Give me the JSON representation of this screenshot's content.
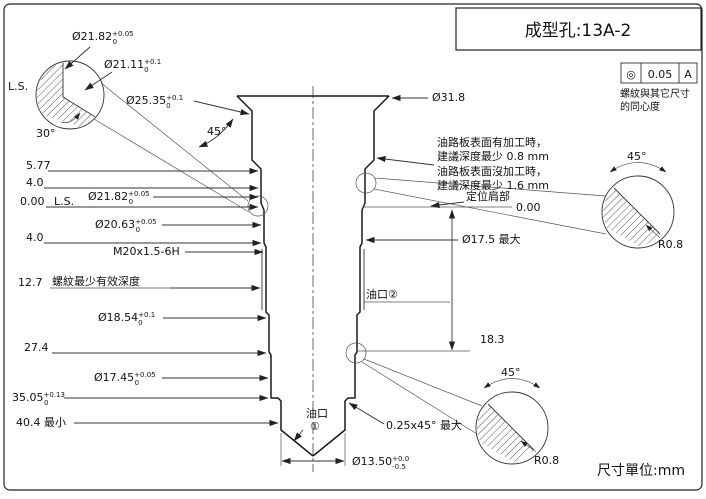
{
  "title": "成型孔:13A-2",
  "unit_label": "尺寸單位:mm",
  "fcf": {
    "symbol": "◎",
    "value": "0.05",
    "datum": "A",
    "note1": "螺紋與其它尺寸",
    "note2": "的同心度"
  },
  "notes": {
    "machined1": "油路板表面有加工時，",
    "machined2": "建議深度最少 0.8 mm",
    "unmachined1": "油路板表面沒加工時，",
    "unmachined2": "建議深度最少 1.6 mm",
    "locating_shoulder": "定位肩部",
    "thread_depth": "螺紋最少有效深度",
    "oil_port1_label": "油口",
    "oil_port1_num": "①",
    "oil_port2_label": "油口②",
    "ls_detail": "L.S.",
    "ls_mid": "L.S."
  },
  "dims": {
    "d2182_top": {
      "v": "Ø21.82",
      "up": "+0.05",
      "dn": "0"
    },
    "d2111": {
      "v": "Ø21.11",
      "up": "+0.1",
      "dn": "0"
    },
    "d2535": {
      "v": "Ø25.35",
      "up": "+0.1",
      "dn": "0"
    },
    "d318": "Ø31.8",
    "a45_top": "45°",
    "a30": "30°",
    "ord577": "5.77",
    "ord40a": "4.0",
    "ord000": "0.00",
    "ord40b": "4.0",
    "ord127": "12.7",
    "ord274": "27.4",
    "d3505": {
      "v": "35.05",
      "up": "+0.13",
      "dn": "0"
    },
    "ord404": "40.4 最小",
    "d2182_mid": {
      "v": "Ø21.82",
      "up": "+0.05",
      "dn": "0"
    },
    "d2063": {
      "v": "Ø20.63",
      "up": "+0.05",
      "dn": "0"
    },
    "thread": "M20x1.5-6H",
    "d1854": {
      "v": "Ø18.54",
      "up": "+0.1",
      "dn": "0"
    },
    "d1745": {
      "v": "Ø17.45",
      "up": "+0.05",
      "dn": "0"
    },
    "d1350": {
      "v": "Ø13.50",
      "up": "+0.0",
      "dn": "-0.5"
    },
    "d175max": "Ø17.5 最大",
    "dist183": "18.3",
    "ord000r": "0.00",
    "chamfer025": "0.25x45° 最大",
    "a45_d1": "45°",
    "r08_d1": "R0.8",
    "a45_d2": "45°",
    "r08_d2": "R0.8"
  }
}
